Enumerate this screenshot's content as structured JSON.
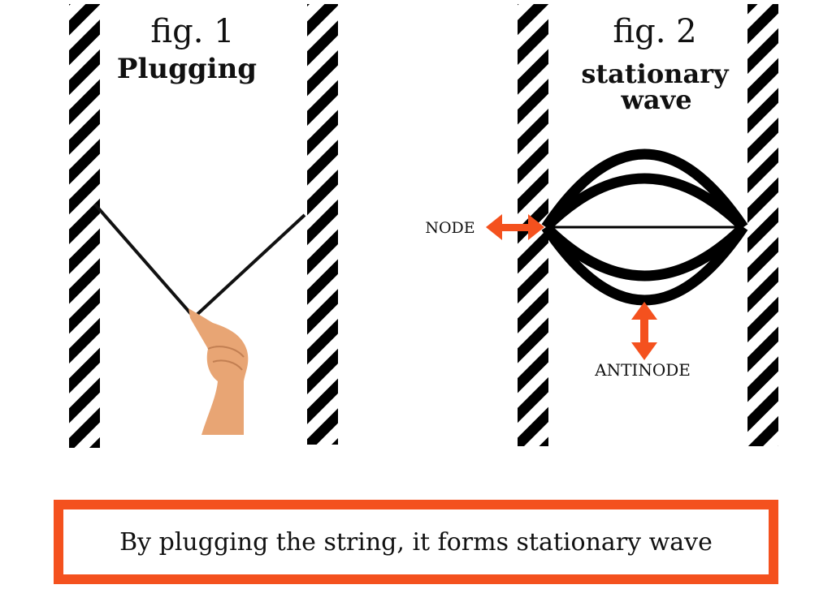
{
  "fig1": {
    "title": "fig. 1",
    "subtitle": "Plugging"
  },
  "fig2": {
    "title": "fig. 2",
    "subtitle_line1": "stationary",
    "subtitle_line2": "wave"
  },
  "labels": {
    "node": "NODE",
    "antinode": "ANTINODE"
  },
  "caption": "By plugging the string, it forms stationary wave",
  "colors": {
    "accent": "#F4511E",
    "wall": "#000000",
    "skin": "#E8A574"
  }
}
